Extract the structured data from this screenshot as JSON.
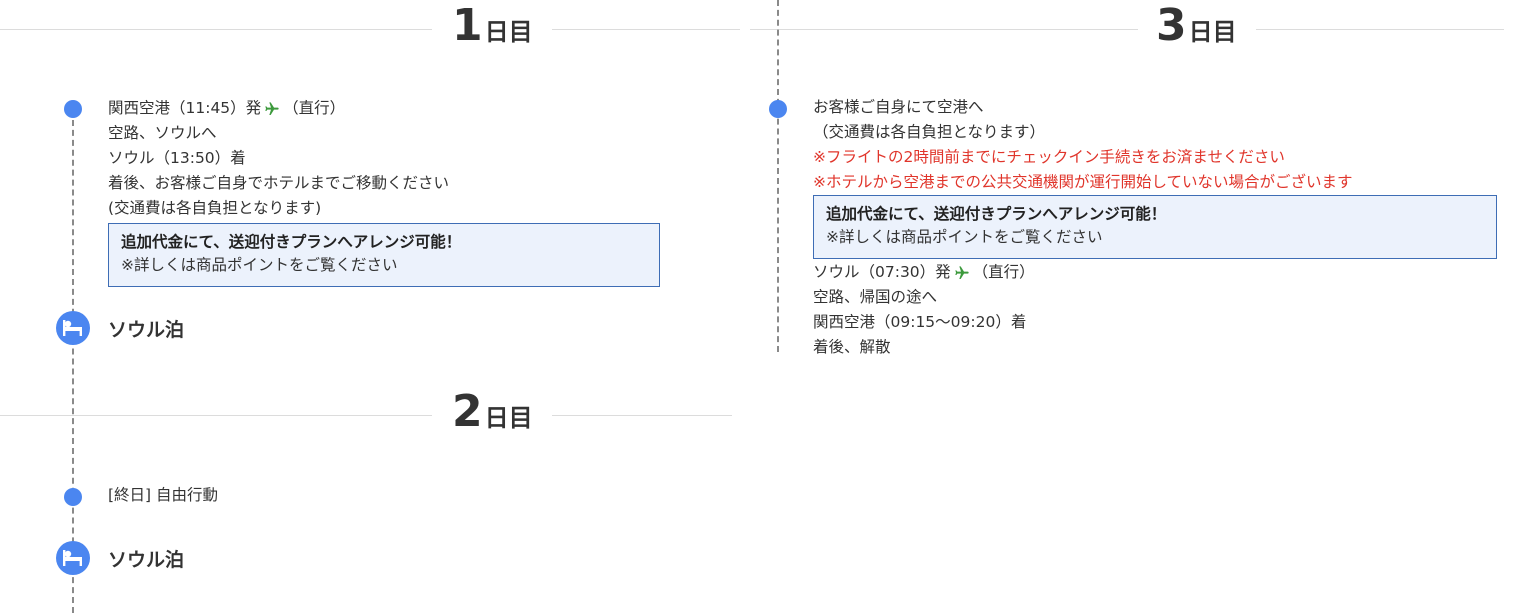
{
  "days": [
    {
      "num": "1",
      "unit": "日目",
      "schedule": {
        "line1": "関西空港（11:45）発",
        "line1_after": "（直行）",
        "line2": "空路、ソウルへ",
        "line3": "ソウル（13:50）着",
        "line4": "着後、お客様ご自身でホテルまでご移動ください",
        "line5": "(交通費は各自負担となります)"
      },
      "box": {
        "title": "追加代金にて、送迎付きプランへアレンジ可能！",
        "note": "※詳しくは商品ポイントをご覧ください"
      },
      "hotel": "ソウル泊"
    },
    {
      "num": "2",
      "unit": "日目",
      "schedule": {
        "line1": "[終日] 自由行動"
      },
      "hotel": "ソウル泊"
    },
    {
      "num": "3",
      "unit": "日目",
      "schedule": {
        "line1": "お客様ご自身にて空港へ",
        "line2": "（交通費は各自負担となります）",
        "warn1": "※フライトの2時間前までにチェックイン手続きをお済ませください",
        "warn2": "※ホテルから空港までの公共交通機関が運行開始していない場合がございます",
        "line3": "ソウル（07:30）発",
        "line3_after": "（直行）",
        "line4": "空路、帰国の途へ",
        "line5": "関西空港（09:15～09:20）着",
        "line6": "着後、解散"
      },
      "box": {
        "title": "追加代金にて、送迎付きプランへアレンジ可能！",
        "note": "※詳しくは商品ポイントをご覧ください"
      }
    }
  ],
  "icons": {
    "plane": "plane-icon",
    "hotel": "hotel-bed-icon",
    "dot": "timeline-dot"
  },
  "colors": {
    "accent": "#4b86f0",
    "warning": "#e0352b",
    "box_border": "#3e6db5",
    "box_bg": "#ecf2fc",
    "plane": "#3d9a3d"
  }
}
